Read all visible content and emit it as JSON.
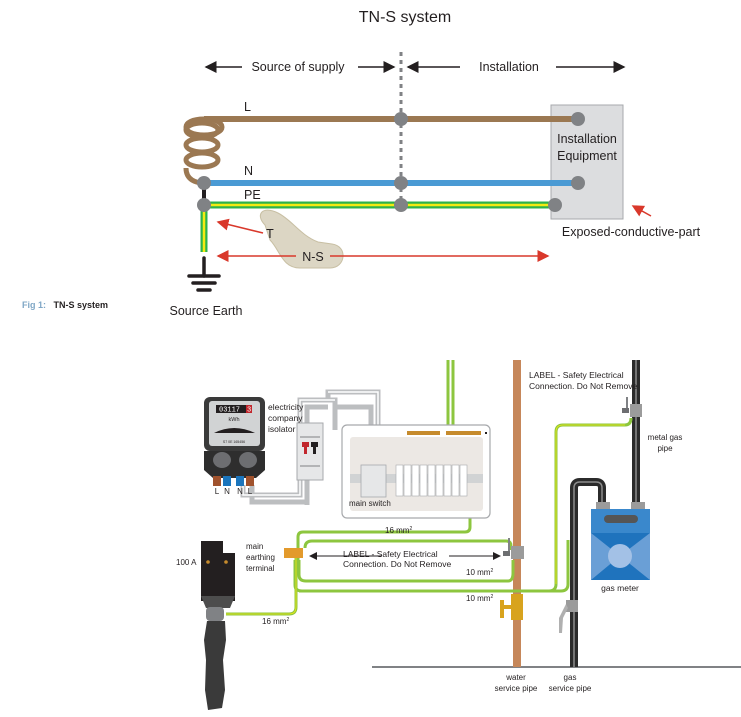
{
  "figure1": {
    "title": "TN-S system",
    "source_of_supply": "Source of supply",
    "installation": "Installation",
    "conductors": {
      "L": "L",
      "N": "N",
      "PE": "PE"
    },
    "equipment_line1": "Installation",
    "equipment_line2": "Equipment",
    "exposed_conductive_part": "Exposed-conductive-part",
    "T": "T",
    "NS": "N-S",
    "source_earth": "Source Earth",
    "caption_prefix": "Fig 1:",
    "caption_text": "TN-S system",
    "colors": {
      "line": "#9b7852",
      "neutral": "#4a9ad4",
      "earth_green": "#2cb34a",
      "earth_yellow": "#f4ea12",
      "node": "#808285",
      "arrow_red": "#d9382b",
      "equipment_box": "#dcdddf",
      "tn_blob": "#dcd6c4"
    }
  },
  "figure2": {
    "meter_reading": "03117",
    "meter_reading_red": "3",
    "meter_unit": "kWh",
    "meter_serial": "S7 0E 165456",
    "meter_terminals": [
      "L",
      "N",
      "N",
      "L"
    ],
    "isolator_label": [
      "electricity",
      "company",
      "isolator"
    ],
    "main_switch": "main switch",
    "fuse_rating": "100 A",
    "met_label": [
      "main",
      "earthing",
      "terminal"
    ],
    "label_safety_1": [
      "LABEL - Safety Electrical",
      "Connection. Do Not Remove"
    ],
    "label_safety_2": [
      "LABEL - Safety Electrical",
      "Connection. Do Not Remove"
    ],
    "size_16_a": "16 mm",
    "size_16_b": "16 mm",
    "size_10_a": "10 mm",
    "size_10_b": "10 mm",
    "superscript": "2",
    "metal_gas_pipe": [
      "metal gas",
      "pipe"
    ],
    "gas_meter": "gas meter",
    "water_service_pipe": [
      "water",
      "service pipe"
    ],
    "gas_service_pipe": [
      "gas",
      "service pipe"
    ],
    "colors": {
      "earth_cable": "#8dc63f",
      "copper_pipe": "#c6875a",
      "gas_pipe": "#2b2b2b",
      "gas_meter_blue": "#2f7fc6",
      "brass": "#d8a31e",
      "met_orange": "#e39a2c"
    }
  }
}
